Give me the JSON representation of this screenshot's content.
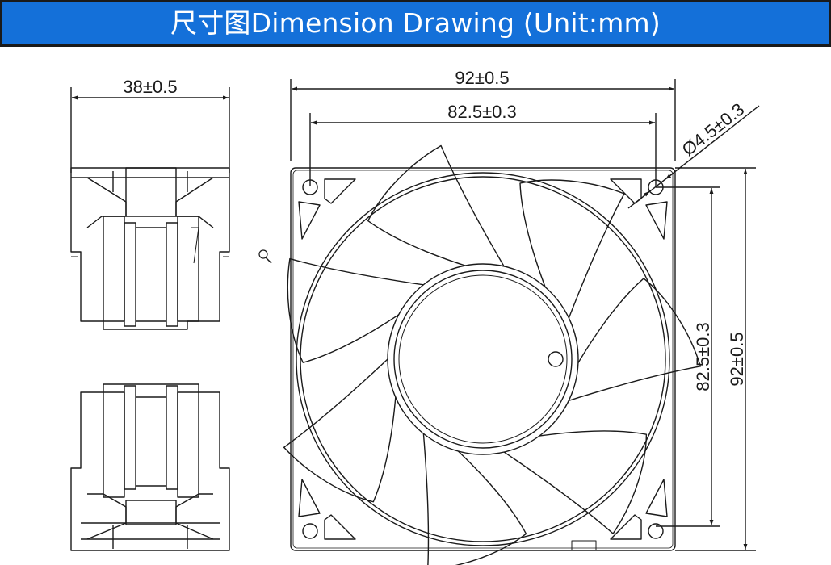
{
  "header": {
    "title": "尺寸图Dimension Drawing (Unit:mm)",
    "background_color": "#1470d9"
  },
  "side_view": {
    "width_label": "38±0.5"
  },
  "front_view": {
    "overall_width_label": "92±0.5",
    "hole_spacing_width_label": "82.5±0.3",
    "hole_diameter_label": "Ø4.5±0.3",
    "hole_spacing_height_label": "82.5±0.3",
    "overall_height_label": "92±0.5"
  },
  "colors": {
    "line": "#1a1a1a"
  }
}
